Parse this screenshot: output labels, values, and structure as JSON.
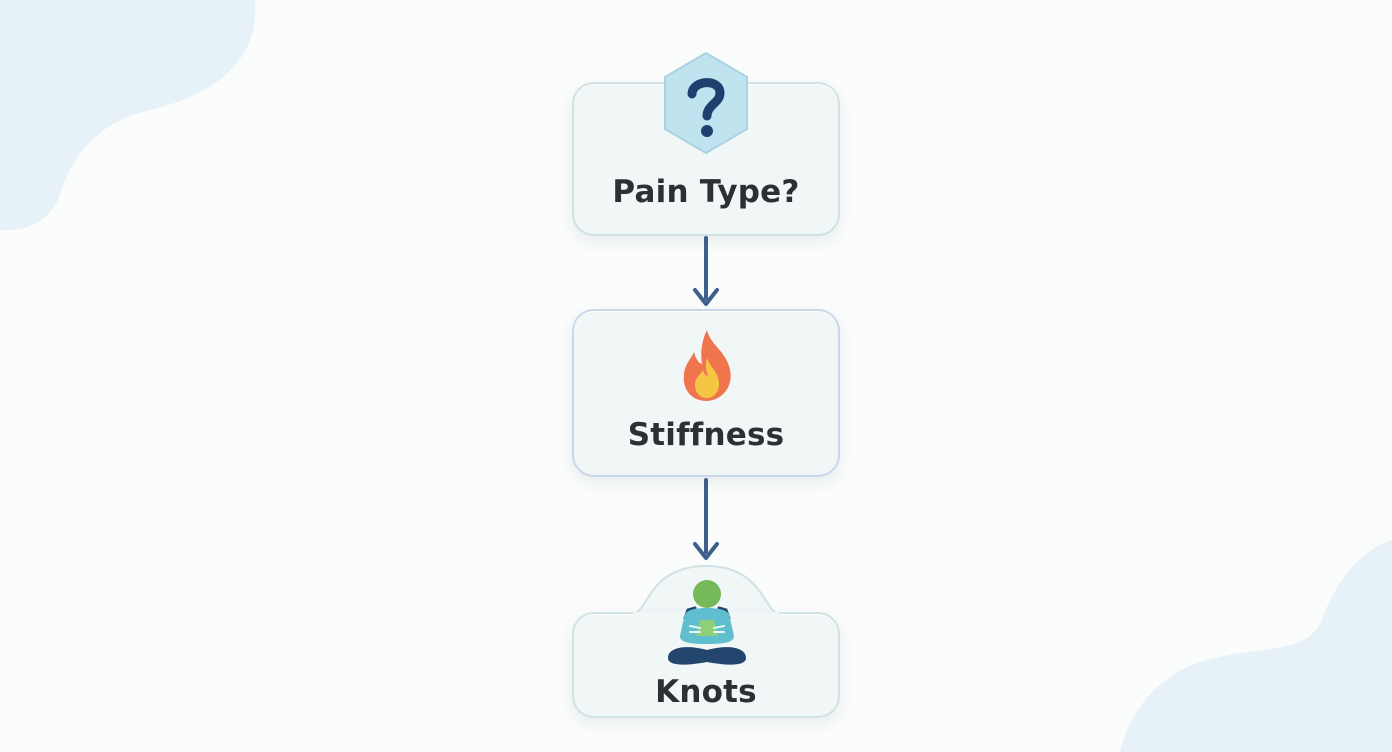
{
  "flowchart": {
    "nodes": [
      {
        "label": "Pain Type?",
        "icon": "question-hexagon-icon"
      },
      {
        "label": "Stiffness",
        "icon": "flame-icon"
      },
      {
        "label": "Knots",
        "icon": "meditating-person-icon"
      }
    ]
  },
  "colors": {
    "background": "#fbfcfc",
    "node_fill": "#f1f6f7",
    "node_border": "#cfe3e4",
    "arrow": "#3f5f8c",
    "hexagon": "#bfe3ef",
    "question_mark": "#1f3f6e",
    "flame_outer": "#f0754f",
    "flame_inner": "#f7c544",
    "person_head": "#76b95a",
    "person_body": "#5fbfcf",
    "person_legs": "#24466e",
    "corner_blob": "#e7f1f8"
  }
}
